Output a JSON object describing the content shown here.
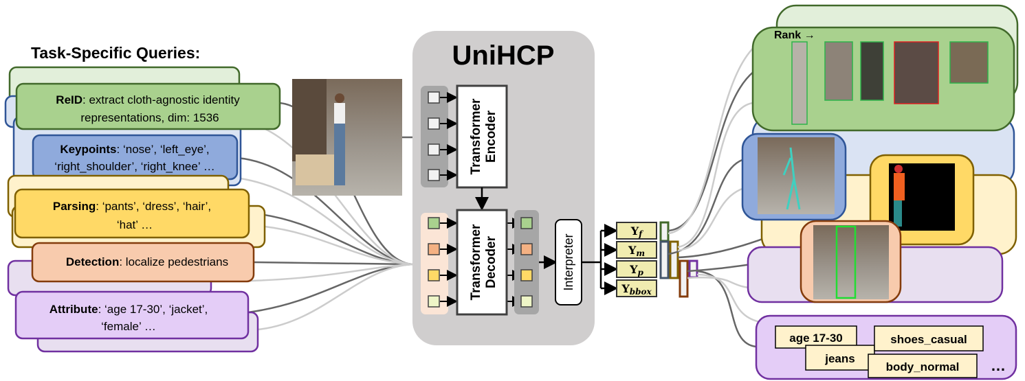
{
  "header": {
    "queries_title": "Task-Specific Queries:"
  },
  "queries": {
    "reid": {
      "name": "ReID",
      "line1": ": extract cloth-agnostic identity",
      "line2": "representations, dim: 1536"
    },
    "keypoints": {
      "name": "Keypoints",
      "line1": ": ‘nose’, ‘left_eye’,",
      "line2": "‘right_shoulder’, ‘right_knee’ …"
    },
    "parsing": {
      "name": "Parsing",
      "line1": ": ‘pants’, ‘dress’, ‘hair’,",
      "line2": "‘hat’ …"
    },
    "detection": {
      "name": "Detection",
      "line1": ": localize pedestrians"
    },
    "attribute": {
      "name": "Attribute",
      "line1": ": ‘age  17-30’, ‘jacket’,",
      "line2": "‘female’ …"
    }
  },
  "model": {
    "title": "UniHCP",
    "encoder": "Transformer Encoder",
    "encoder_l1": "Transformer",
    "encoder_l2": "Encoder",
    "decoder_l1": "Transformer",
    "decoder_l2": "Decoder",
    "interpreter": "Interpreter"
  },
  "outputs": [
    {
      "base": "Y",
      "sub": "f"
    },
    {
      "base": "Y",
      "sub": "m"
    },
    {
      "base": "Y",
      "sub": "p"
    },
    {
      "base": "Y",
      "sub": "bbox"
    }
  ],
  "results": {
    "rank_label": "Rank →",
    "attribute_tags": [
      "age 17-30",
      "shoes_casual",
      "jeans",
      "body_normal"
    ],
    "ellipsis": "…"
  },
  "colors": {
    "reid": "#a9d18e",
    "keypoints": "#8faadc",
    "parsing": "#ffd966",
    "detection": "#f8cbad",
    "attribute": "#e4cdf7",
    "model_bg": "#d0cece"
  }
}
